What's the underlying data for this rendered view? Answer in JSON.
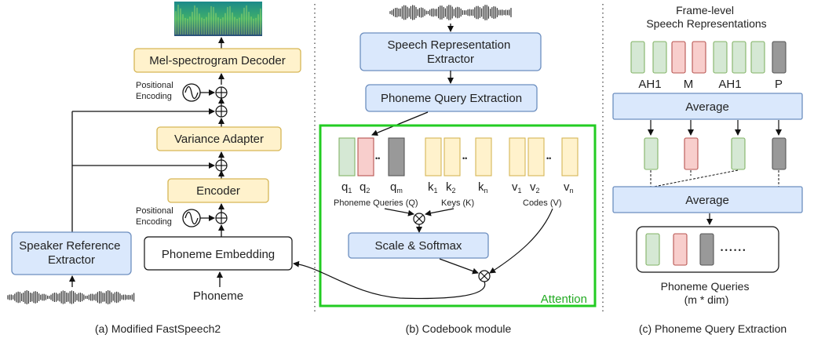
{
  "colors": {
    "yellow_fill": "#fff2cc",
    "yellow_stroke": "#d6b656",
    "blue_fill": "#dae8fc",
    "blue_stroke": "#6c8ebf",
    "green_fill": "#d5e8d4",
    "green_stroke": "#82b366",
    "red_fill": "#f8cecc",
    "red_stroke": "#b85450",
    "gray_fill": "#999999",
    "gray_stroke": "#555555",
    "attention_border": "#22cc22"
  },
  "panel_a": {
    "mel_decoder": "Mel-spectrogram Decoder",
    "positional_encoding_top": [
      "Positional",
      "Encoding"
    ],
    "variance_adapter": "Variance Adapter",
    "encoder": "Encoder",
    "positional_encoding_bottom": [
      "Positional",
      "Encoding"
    ],
    "phoneme_embedding": "Phoneme Embedding",
    "phoneme_input": "Phoneme",
    "speaker_reference_extractor": [
      "Speaker Reference",
      "Extractor"
    ],
    "caption": "(a) Modified FastSpeech2"
  },
  "panel_b": {
    "speech_representation_extractor": [
      "Speech Representation",
      "Extractor"
    ],
    "phoneme_query_extraction": "Phoneme Query Extraction",
    "query_labels": [
      "q",
      "q",
      "q"
    ],
    "query_subs": [
      "1",
      "2",
      "m"
    ],
    "key_labels": [
      "k",
      "k",
      "k"
    ],
    "key_subs": [
      "1",
      "2",
      "n"
    ],
    "value_labels": [
      "v",
      "v",
      "v"
    ],
    "value_subs": [
      "1",
      "2",
      "n"
    ],
    "dots": "••",
    "phoneme_queries_label": "Phoneme Queries (Q)",
    "keys_label": "Keys (K)",
    "codes_label": "Codes (V)",
    "scale_softmax": "Scale & Softmax",
    "attention_label": "Attention",
    "caption": "(b) Codebook module"
  },
  "panel_c": {
    "title": [
      "Frame-level",
      "Speech Representations"
    ],
    "frame_labels": [
      "AH1",
      "M",
      "AH1",
      "P"
    ],
    "average_top": "Average",
    "average_bottom": "Average",
    "dots": "• • • • • •",
    "phoneme_queries": [
      "Phoneme Queries",
      "(m * dim)"
    ],
    "caption": "(c) Phoneme Query Extraction"
  }
}
